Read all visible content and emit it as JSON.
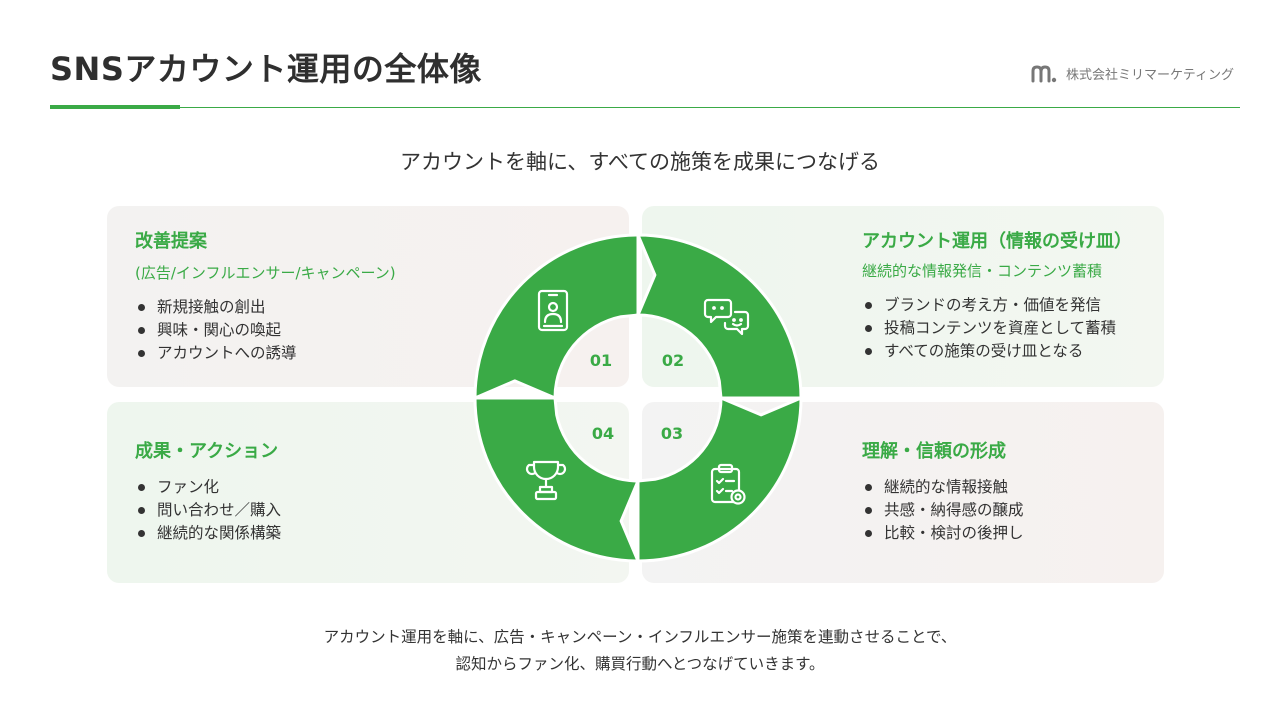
{
  "header": {
    "title": "SNSアカウント運用の全体像",
    "company": "株式会社ミリマーケティング"
  },
  "subtitle": "アカウントを軸に、すべての施策を成果につなげる",
  "cards": {
    "improve": {
      "title": "改善提案",
      "subtitle": "(広告/インフルエンサー/キャンペーン)",
      "items": [
        "新規接触の創出",
        "興味・関心の喚起",
        "アカウントへの誘導"
      ]
    },
    "account": {
      "title": "アカウント運用（情報の受け皿）",
      "subtitle": "継続的な情報発信・コンテンツ蓄積",
      "items": [
        "ブランドの考え方・価値を発信",
        "投稿コンテンツを資産として蓄積",
        "すべての施策の受け皿となる"
      ]
    },
    "results": {
      "title": "成果・アクション",
      "items": [
        "ファン化",
        "問い合わせ／購入",
        "継続的な関係構築"
      ]
    },
    "trust": {
      "title": "理解・信頼の形成",
      "items": [
        "継続的な情報接触",
        "共感・納得感の醸成",
        "比較・検討の後押し"
      ]
    }
  },
  "cycle": {
    "numbers": [
      "01",
      "02",
      "03",
      "04"
    ],
    "icons": [
      "tablet-person-icon",
      "chat-bubbles-icon",
      "clipboard-check-icon",
      "trophy-icon"
    ],
    "color": "#3aaa46"
  },
  "footer": {
    "line1": "アカウント運用を軸に、広告・キャンペーン・インフルエンサー施策を連動させることで、",
    "line2": "認知からファン化、購買行動へとつなげていきます。"
  }
}
